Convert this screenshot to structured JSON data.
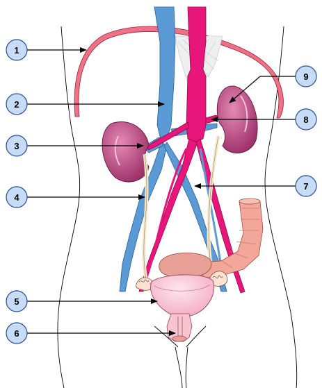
{
  "labels": [
    "1",
    "2",
    "3",
    "4",
    "5",
    "6",
    "7",
    "8",
    "9"
  ],
  "colors": {
    "vein": "#5b9bd5",
    "artery": "#e8157a",
    "kidney": "#b5497f",
    "diaphragm": "#f07088",
    "colon": "#f2a79a",
    "uterus": "#f7c4d0",
    "ureter": "#f5ead0",
    "label_circle": "#c7dcf7"
  }
}
